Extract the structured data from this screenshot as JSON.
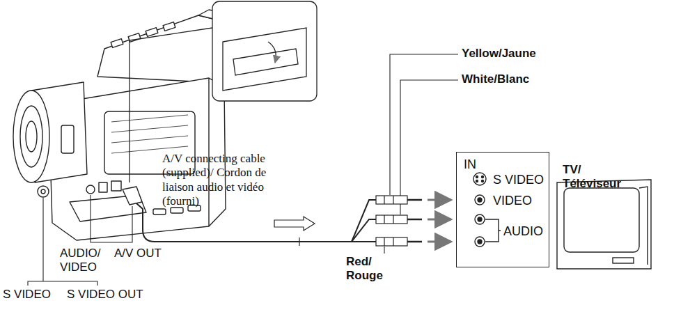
{
  "diagram": {
    "nodes": [
      {
        "text": [
          "IN",
          "S VIDEO",
          "VIDEO",
          "AUDIO"
        ]
      }
    ],
    "labels": [
      "Yellow/Jaune",
      "White/Blanc",
      "A/V connecting cable (supplied)/ Cordon de liaison audio et vidéo (fourni)",
      "TV/ Téléviseur",
      "AUDIO/ VIDEO",
      "A/V OUT",
      "S VIDEO",
      "S VIDEO OUT",
      "Red/ Rouge"
    ]
  }
}
